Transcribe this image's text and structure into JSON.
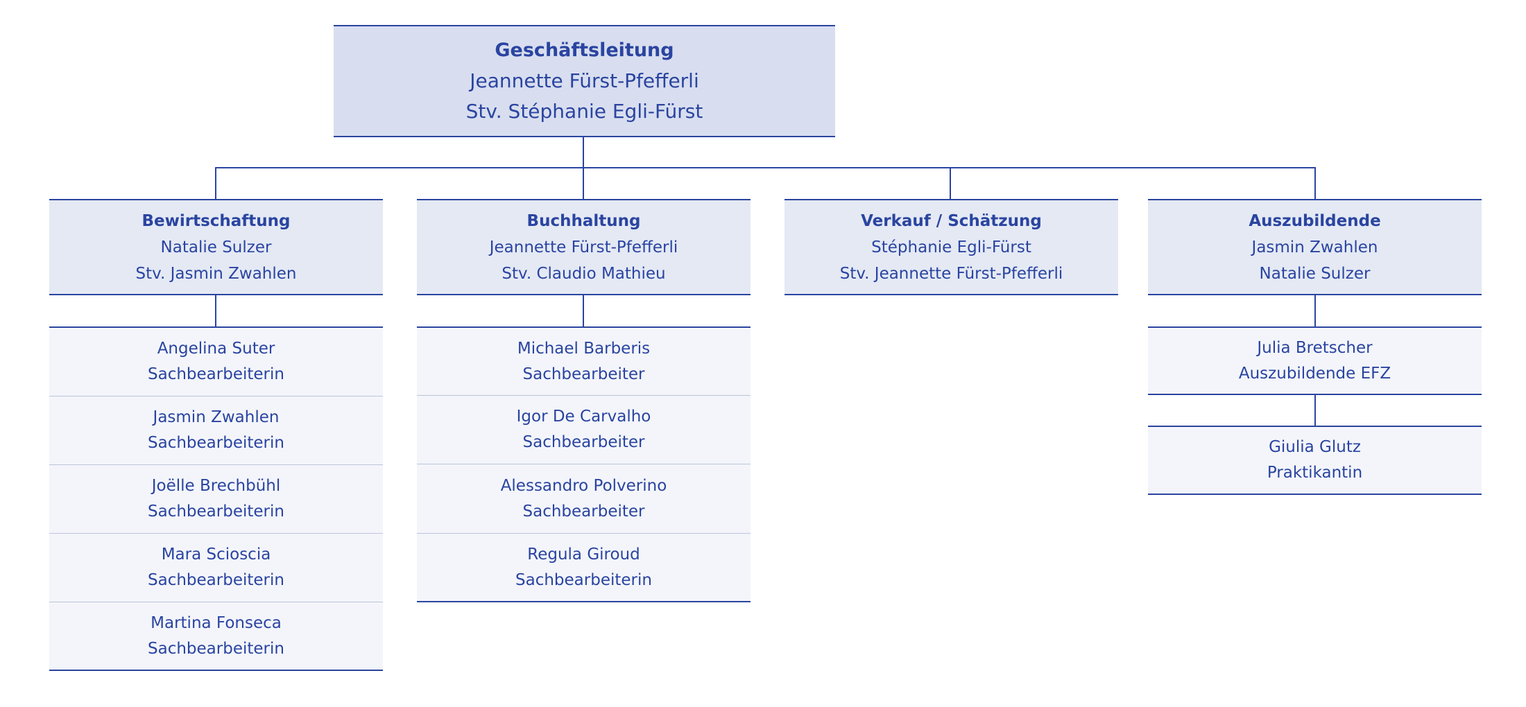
{
  "colors": {
    "accent": "#2a44a0",
    "top_fill": "#d8deef",
    "dept_fill": "#e4e9f4",
    "member_fill": "#f3f5fa",
    "separator": "#bdc4da"
  },
  "top": {
    "title": "Geschäftsleitung",
    "line1": "Jeannette Fürst-Pfefferli",
    "line2": "Stv. Stéphanie Egli-Fürst"
  },
  "departments": [
    {
      "title": "Bewirtschaftung",
      "line1": "Natalie Sulzer",
      "line2": "Stv. Jasmin Zwahlen",
      "members": [
        {
          "name": "Angelina Suter",
          "role": "Sachbearbeiterin"
        },
        {
          "name": "Jasmin Zwahlen",
          "role": "Sachbearbeiterin"
        },
        {
          "name": "Joëlle Brechbühl",
          "role": "Sachbearbeiterin"
        },
        {
          "name": "Mara Scioscia",
          "role": "Sachbearbeiterin"
        },
        {
          "name": "Martina Fonseca",
          "role": "Sachbearbeiterin"
        }
      ]
    },
    {
      "title": "Buchhaltung",
      "line1": "Jeannette Fürst-Pfefferli",
      "line2": "Stv. Claudio Mathieu",
      "members": [
        {
          "name": "Michael Barberis",
          "role": "Sachbearbeiter"
        },
        {
          "name": "Igor De Carvalho",
          "role": "Sachbearbeiter"
        },
        {
          "name": "Alessandro Polverino",
          "role": "Sachbearbeiter"
        },
        {
          "name": "Regula Giroud",
          "role": "Sachbearbeiterin"
        }
      ]
    },
    {
      "title": "Verkauf / Schätzung",
      "line1": "Stéphanie Egli-Fürst",
      "line2": "Stv. Jeannette Fürst-Pfefferli",
      "members": []
    },
    {
      "title": "Auszubildende",
      "line1": "Jasmin Zwahlen",
      "line2": "Natalie Sulzer",
      "members": [
        {
          "name": "Julia Bretscher",
          "role": "Auszubildende EFZ"
        },
        {
          "name": "Giulia Glutz",
          "role": "Praktikantin"
        }
      ]
    }
  ]
}
